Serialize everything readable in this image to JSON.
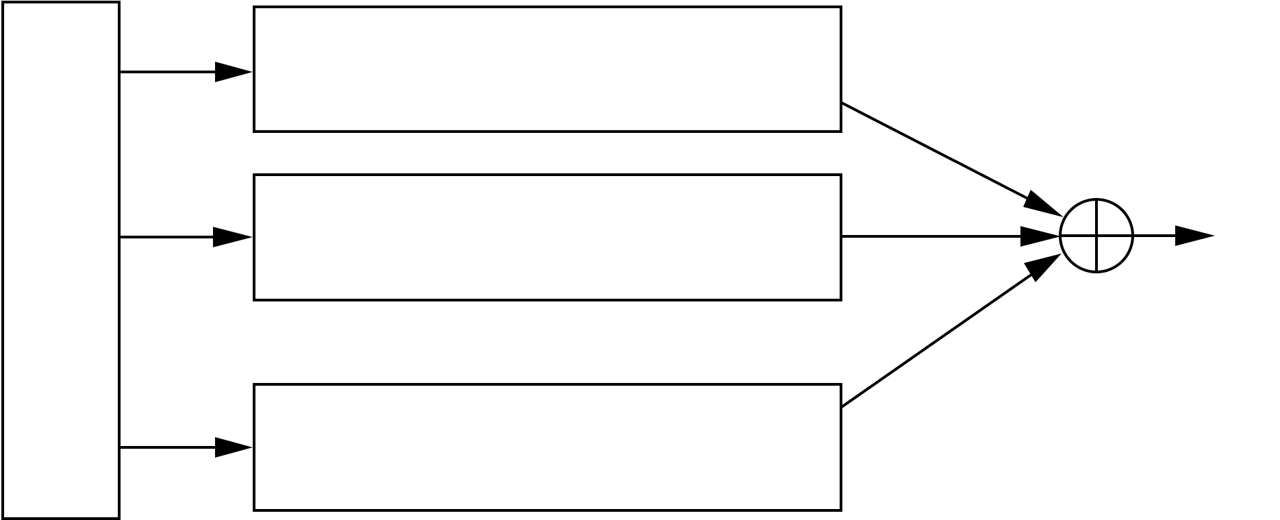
{
  "diagram": {
    "style": {
      "stroke_color": "#000000",
      "background_color": "#ffffff"
    },
    "nodes": [
      {
        "id": "input-block",
        "kind": "rectangle",
        "label": ""
      },
      {
        "id": "branch-block-1",
        "kind": "rectangle",
        "label": ""
      },
      {
        "id": "branch-block-2",
        "kind": "rectangle",
        "label": ""
      },
      {
        "id": "branch-block-3",
        "kind": "rectangle",
        "label": ""
      },
      {
        "id": "summation-node",
        "kind": "circle-plus",
        "label": ""
      }
    ],
    "edges": [
      {
        "from": "input-block",
        "to": "branch-block-1"
      },
      {
        "from": "input-block",
        "to": "branch-block-2"
      },
      {
        "from": "input-block",
        "to": "branch-block-3"
      },
      {
        "from": "branch-block-1",
        "to": "summation-node"
      },
      {
        "from": "branch-block-2",
        "to": "summation-node"
      },
      {
        "from": "branch-block-3",
        "to": "summation-node"
      },
      {
        "from": "summation-node",
        "to": "output"
      }
    ]
  }
}
